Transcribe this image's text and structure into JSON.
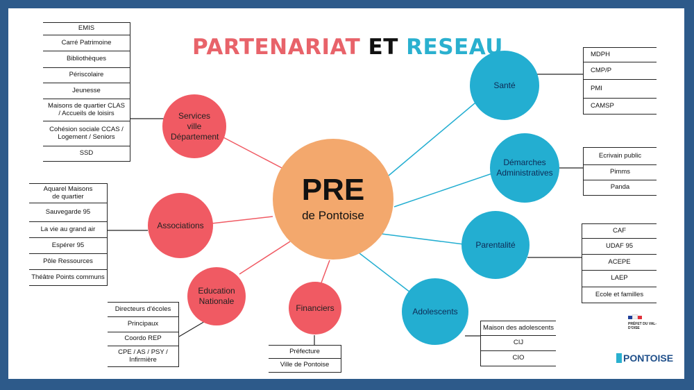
{
  "title": {
    "part1": "PARTENARIAT",
    "part2": "ET",
    "part3": "RESEAU"
  },
  "center": {
    "main": "PRE",
    "sub": "de Pontoise"
  },
  "nodes": {
    "services": "Services ville Département",
    "associations": "Associations",
    "education": "Education Nationale",
    "financiers": "Financiers",
    "sante": "Santé",
    "demarches": "Démarches Administratives",
    "parentalite": "Parentalité",
    "adolescents": "Adolescents"
  },
  "lists": {
    "services": [
      "EMIS",
      "Carré Patrimoine",
      "Bibliothèques",
      "Périscolaire",
      "Jeunesse",
      "Maisons de quartier CLAS / Accueils de loisirs",
      "Cohésion sociale CCAS / Logement / Seniors",
      "SSD"
    ],
    "associations": [
      "Aquarel Maisons de quartier",
      "Sauvegarde 95",
      "La vie au grand air",
      "Espérer 95",
      "Pôle Ressources",
      "Théâtre Points communs"
    ],
    "education": [
      "Directeurs d'écoles",
      "Principaux",
      "Coordo REP",
      "CPE / AS / PSY / Infirmière"
    ],
    "financiers": [
      "Préfecture",
      "Ville de Pontoise"
    ],
    "sante": [
      "MDPH",
      "CMP/P",
      "PMI",
      "CAMSP"
    ],
    "demarches": [
      "Ecrivain public",
      "Pimms",
      "Panda"
    ],
    "parentalite": [
      "CAF",
      "UDAF 95",
      "ACEPE",
      "LAEP",
      "Ecole et familles"
    ],
    "adolescents": [
      "Maison des adolescents",
      "CIJ",
      "CIO"
    ]
  },
  "logos": {
    "prefet": "PRÉFET DU VAL-D'OISE",
    "pontoise": "PONTOISE"
  },
  "colors": {
    "red": "#f05a63",
    "blue": "#23aed1",
    "center": "#f3a86d",
    "title_red": "#e8636a",
    "title_blue": "#2ab0cf",
    "frame": "#2d5a8a"
  }
}
